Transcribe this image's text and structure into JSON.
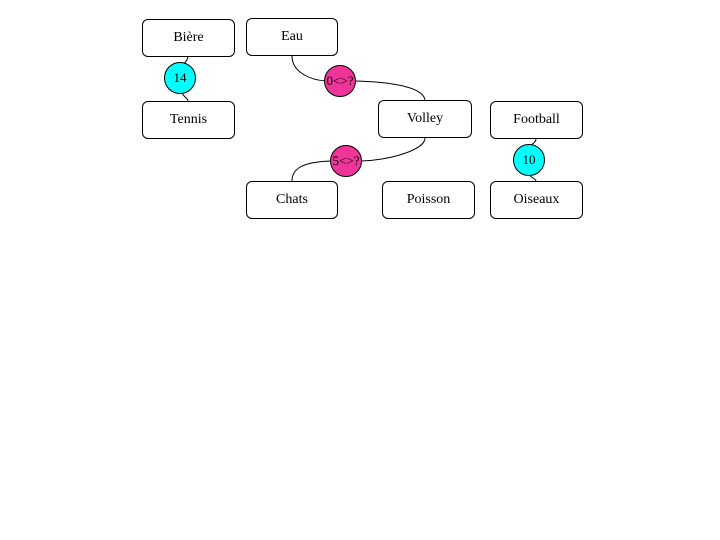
{
  "colors": {
    "badge_cyan": "#00ffff",
    "badge_magenta": "#f0359a",
    "line": "#000000",
    "border": "#000000"
  },
  "nodes": {
    "biere": "Bière",
    "eau": "Eau",
    "tennis": "Tennis",
    "volley": "Volley",
    "football": "Football",
    "chats": "Chats",
    "poisson": "Poisson",
    "oiseaux": "Oiseaux"
  },
  "links": {
    "biere_tennis": "14",
    "eau_volley": "0<>?",
    "volley_chats": "5<>?",
    "football_oiseaux": "10"
  }
}
